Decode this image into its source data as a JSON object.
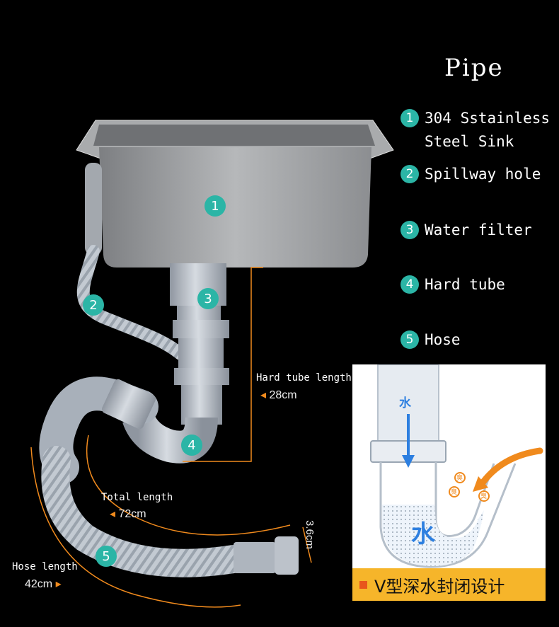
{
  "title": "Pipe",
  "legend": [
    {
      "num": "1",
      "line1": "304 Sstainless",
      "line2": "Steel Sink"
    },
    {
      "num": "2",
      "line1": "Spillway hole",
      "line2": ""
    },
    {
      "num": "3",
      "line1": "Water filter",
      "line2": ""
    },
    {
      "num": "4",
      "line1": "Hard tube",
      "line2": ""
    },
    {
      "num": "5",
      "line1": "Hose",
      "line2": ""
    }
  ],
  "markers": [
    "1",
    "2",
    "3",
    "4",
    "5"
  ],
  "dimensions": {
    "hard_tube": {
      "label": "Hard tube length",
      "value": "28cm"
    },
    "total": {
      "label": "Total length",
      "value": "72cm"
    },
    "hose": {
      "label": "Hose length",
      "value": "42cm"
    },
    "diameter": "3.6cm"
  },
  "inset": {
    "water_top": "水",
    "water_bottom": "水",
    "bubble_char": "臭",
    "caption": "V型深水封闭设计"
  },
  "colors": {
    "accent": "#2bb5a6",
    "dimension": "#f08a1d",
    "caption_bg": "#f6b52a"
  }
}
